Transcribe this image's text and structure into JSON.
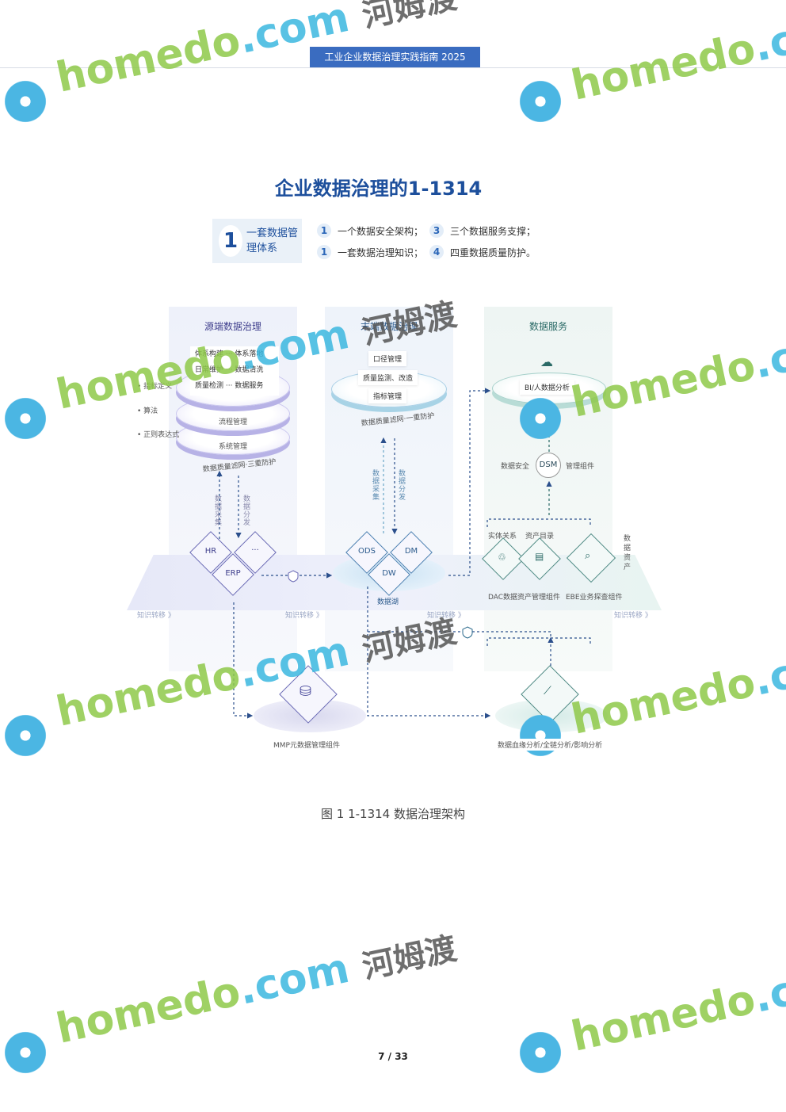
{
  "header": {
    "doc_title": "工业企业数据治理实践指南 2025"
  },
  "page_title": "企业数据治理的1-1314",
  "summary": {
    "number": "1",
    "label": "一套数据管理体系",
    "items": [
      {
        "num": "1",
        "text": "一个数据安全架构；"
      },
      {
        "num": "3",
        "text": "三个数据服务支撑；"
      },
      {
        "num": "1",
        "text": "一套数据治理知识；"
      },
      {
        "num": "4",
        "text": "四重数据质量防护。"
      }
    ]
  },
  "diagram": {
    "source": {
      "title": "源端数据治理",
      "tags": [
        "体系构建",
        "体系落地",
        "日常维护",
        "数据清洗",
        "质量检测",
        "数据服务"
      ],
      "layers": [
        "流程管理",
        "系统管理"
      ],
      "filter": "数据质量滤网·三重防护",
      "side": [
        "指标定义",
        "算法",
        "正则表达式"
      ],
      "collect": "数据采集",
      "distribute": "数据分发",
      "systems": [
        "HR",
        "···",
        "ERP"
      ]
    },
    "target": {
      "title": "末端数据治理",
      "tags": [
        "口径管理",
        "质量监测、改造",
        "指标管理"
      ],
      "filter": "数据质量滤网·一重防护",
      "collect": "数据采集",
      "distribute": "数据分发",
      "lake_nodes": [
        "ODS",
        "DM",
        "DW"
      ],
      "lake": "数据湖"
    },
    "service": {
      "title": "数据服务",
      "bi": "BI/人数据分析",
      "security": "数据安全",
      "dsm": "DSM",
      "component": "管理组件",
      "entity": "实体关系",
      "catalog": "资产目录",
      "assets": "数据资产",
      "dac": "DAC数据资产管理组件",
      "ebe": "EBE业务探查组件"
    },
    "knowledge": [
      "知识转移 》",
      "知识转移 》",
      "知识转移 》",
      "知识转移 》"
    ],
    "mmp": "MMP元数据管理组件",
    "lineage": "数据血缘分析/全链分析/影响分析"
  },
  "caption": "图 1 1-1314 数据治理架构",
  "page": {
    "current": "7",
    "sep": "/",
    "total": "33"
  },
  "watermark": {
    "brand": "homedo",
    "dot": ".com",
    "cn": "河姆渡"
  }
}
